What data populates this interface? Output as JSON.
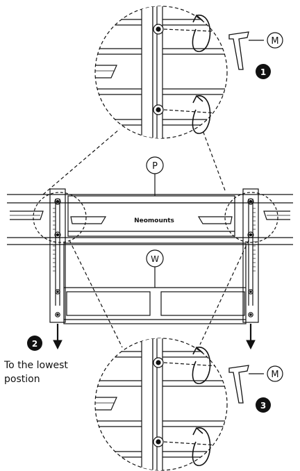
{
  "labels": {
    "wall_plate": "P",
    "tool": "M",
    "wall": "W",
    "brand": "Neomounts"
  },
  "steps": [
    {
      "number": "1"
    },
    {
      "number": "2"
    },
    {
      "number": "3"
    }
  ],
  "instruction_text": "To the lowest postion",
  "colors": {
    "line": "#111111",
    "badge": "#111111",
    "background": "#ffffff"
  }
}
